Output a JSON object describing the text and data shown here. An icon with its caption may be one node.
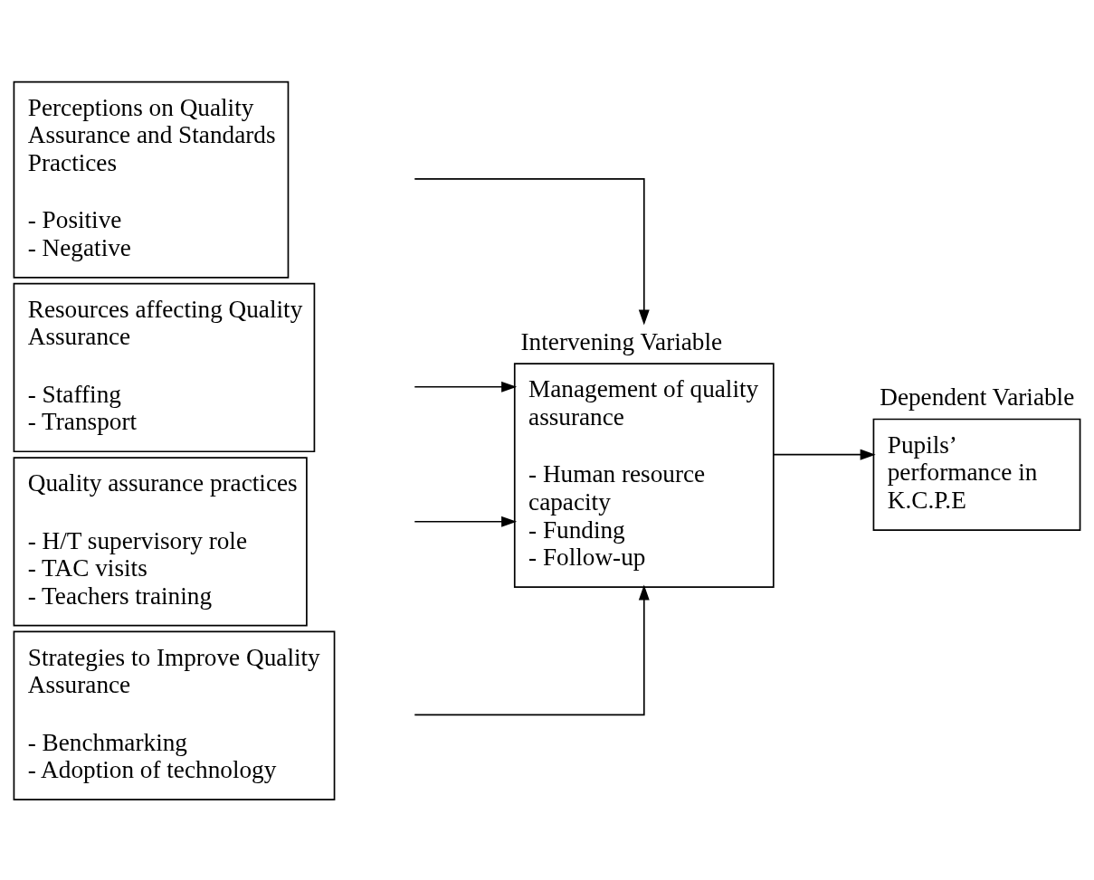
{
  "diagram": {
    "nodes": [
      {
        "text": [
          "Perceptions on Quality Assurance and Standards Practices",
          "- Positive",
          "- Negative"
        ]
      },
      {
        "text": [
          "Resources affecting Quality Assurance",
          "- Staffing",
          "- Transport"
        ]
      },
      {
        "text": [
          "Quality assurance practices",
          "- H/T supervisory role",
          "- TAC visits",
          "- Teachers training"
        ]
      },
      {
        "text": [
          "Strategies to Improve Quality Assurance",
          "- Benchmarking",
          "- Adoption of technology"
        ]
      },
      {
        "text": [
          "Intervening Variable",
          "Management of quality assurance",
          "- Human resource capacity",
          "- Funding",
          "- Follow-up"
        ]
      },
      {
        "text": [
          "Dependent Variable",
          "Pupils’ performance in K.C.P.E"
        ]
      }
    ],
    "edges": [
      {
        "from": 0,
        "to": 4,
        "arrow": "to"
      },
      {
        "from": 1,
        "to": 4,
        "arrow": "to"
      },
      {
        "from": 2,
        "to": 4,
        "arrow": "to"
      },
      {
        "from": 3,
        "to": 4,
        "arrow": "to"
      },
      {
        "from": 4,
        "to": 5,
        "arrow": "to"
      }
    ]
  }
}
